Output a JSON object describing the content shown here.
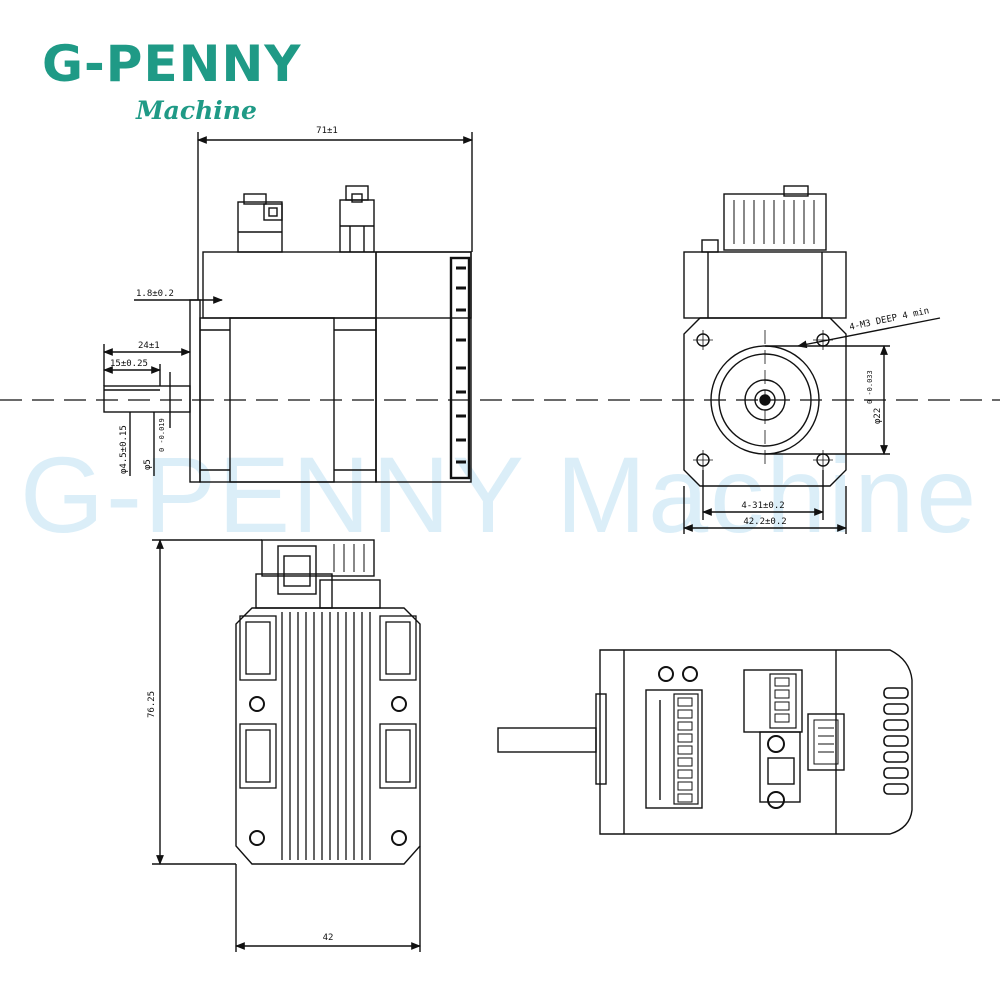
{
  "brand": {
    "name": "G-PENNY",
    "subtitle": "Machine",
    "color": "#1f9a86"
  },
  "watermark": {
    "text": "G-PENNY Machine",
    "color": "#cfe9f6"
  },
  "dimensions": {
    "side_length": "71±1",
    "flange_thickness": "1.8±0.2",
    "shaft_length": "24±1",
    "flat_length": "15±0.25",
    "flat_diameter": "φ4.5±0.15",
    "shaft_diameter": "φ5",
    "shaft_tol": "0\n-0.019",
    "mount_thread": "4-M3 DEEP 4 min",
    "pilot_diameter": "φ22",
    "pilot_tol": "0\n-0.033",
    "hole_spacing": "4-31±0.2",
    "flange_width": "42.2±0.2",
    "body_height": "76.25",
    "body_width": "42"
  }
}
